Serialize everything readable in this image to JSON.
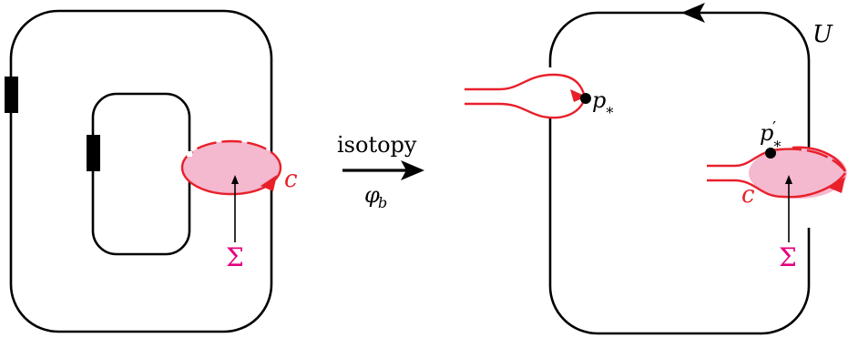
{
  "labels": {
    "c_left": "c",
    "sigma_left": "Σ",
    "arrow_text": "isotopy",
    "arrow_sub_base": "φ",
    "arrow_sub_index": "b",
    "u_label": "U",
    "p_star_base": "p",
    "p_star_sub": "∗",
    "p_prime_base": "p",
    "p_prime_prime": "′",
    "p_prime_sub": "∗",
    "c_right": "c",
    "sigma_right": "Σ"
  },
  "colors": {
    "stroke": "#000000",
    "curve_red": "#e8202a",
    "disk_fill": "#f4b8cf",
    "sigma_magenta": "#e6007e"
  }
}
